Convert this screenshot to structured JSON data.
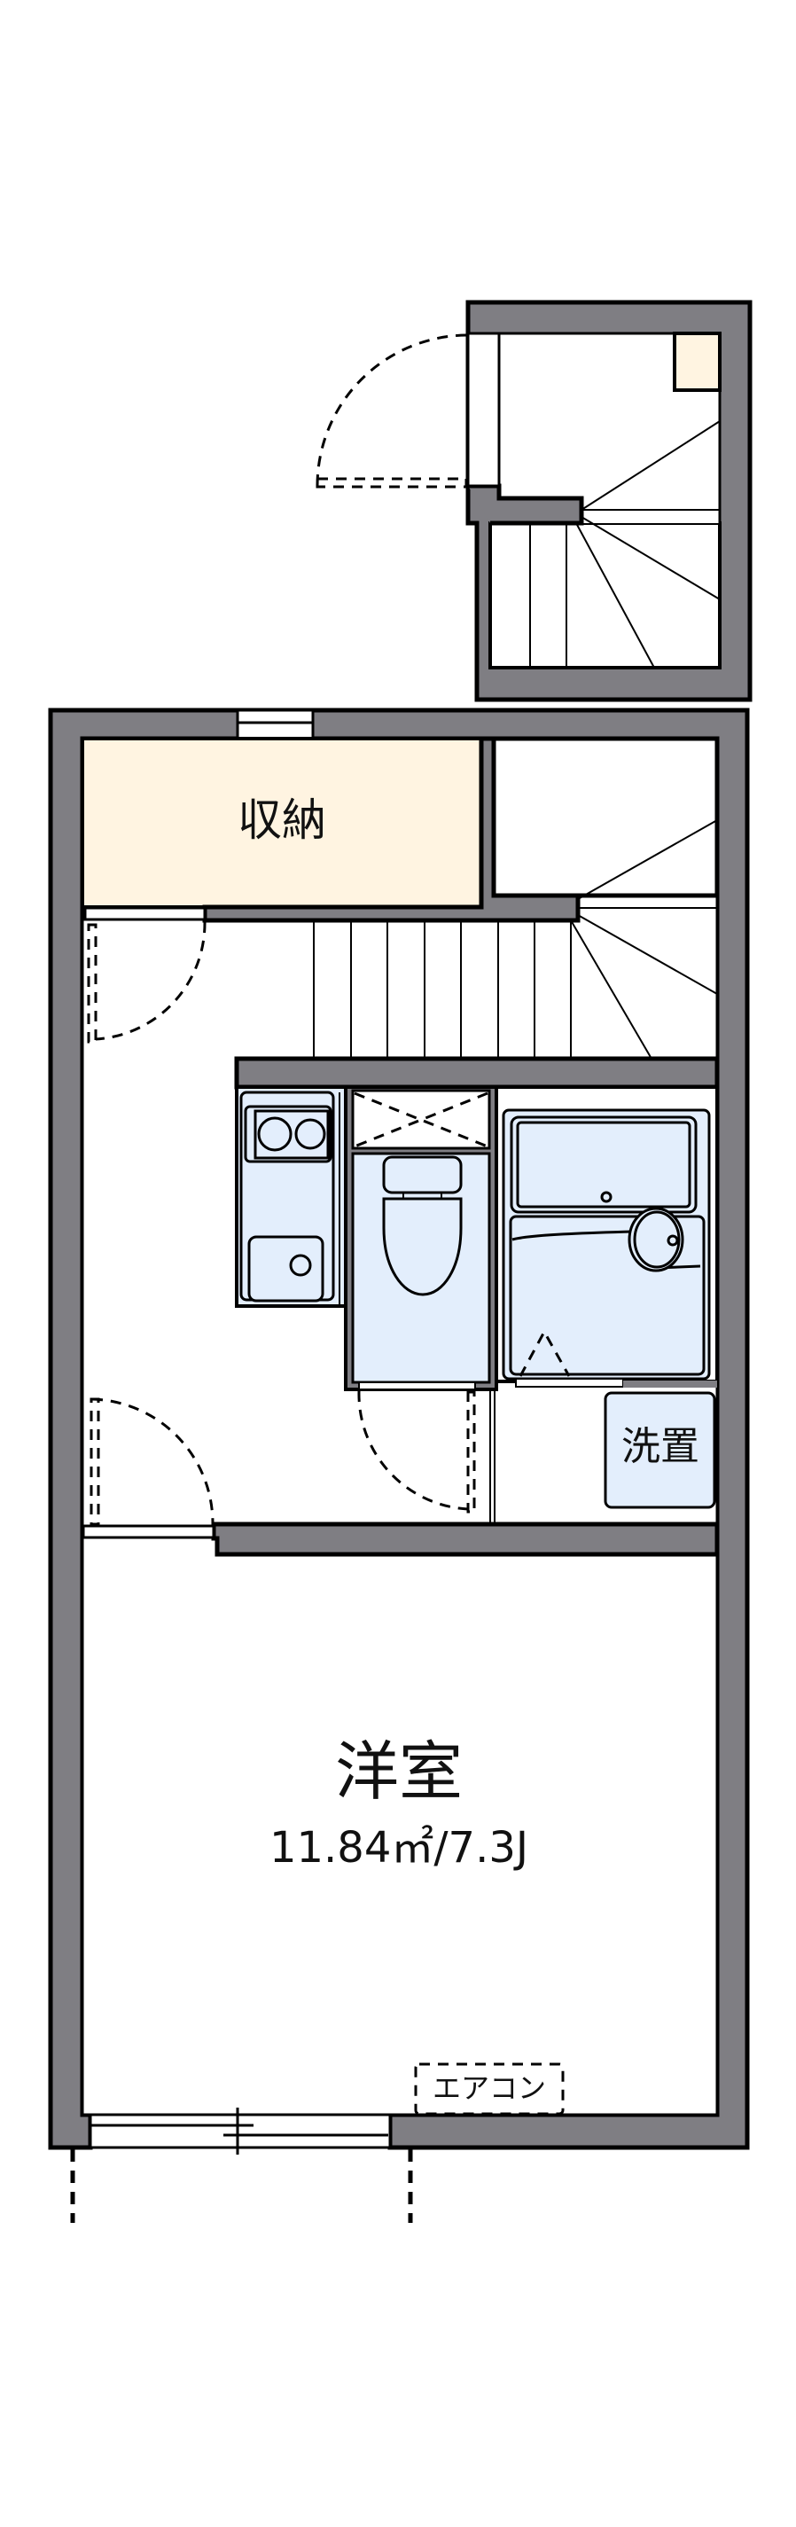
{
  "floorplan": {
    "title": "1K loft floor plan",
    "rooms": {
      "storage": {
        "label": "収納"
      },
      "washer": {
        "label": "洗置"
      },
      "western_room": {
        "label": "洋室",
        "area": "11.84㎡/7.3J",
        "area_sqm": 11.84,
        "tatami_jo": 7.3
      },
      "aircon": {
        "label": "エアコン"
      }
    },
    "colors": {
      "wall": "#7f7e83",
      "wall_outline": "#000000",
      "storage_fill": "#fff4e1",
      "wet_area_fill": "#e3eefc",
      "floor": "#ffffff"
    },
    "fixtures": [
      "kitchen-stove",
      "kitchen-sink",
      "toilet",
      "unit-bath",
      "washbasin",
      "staircase-upper",
      "staircase-lower",
      "window-top",
      "window-bottom"
    ]
  }
}
